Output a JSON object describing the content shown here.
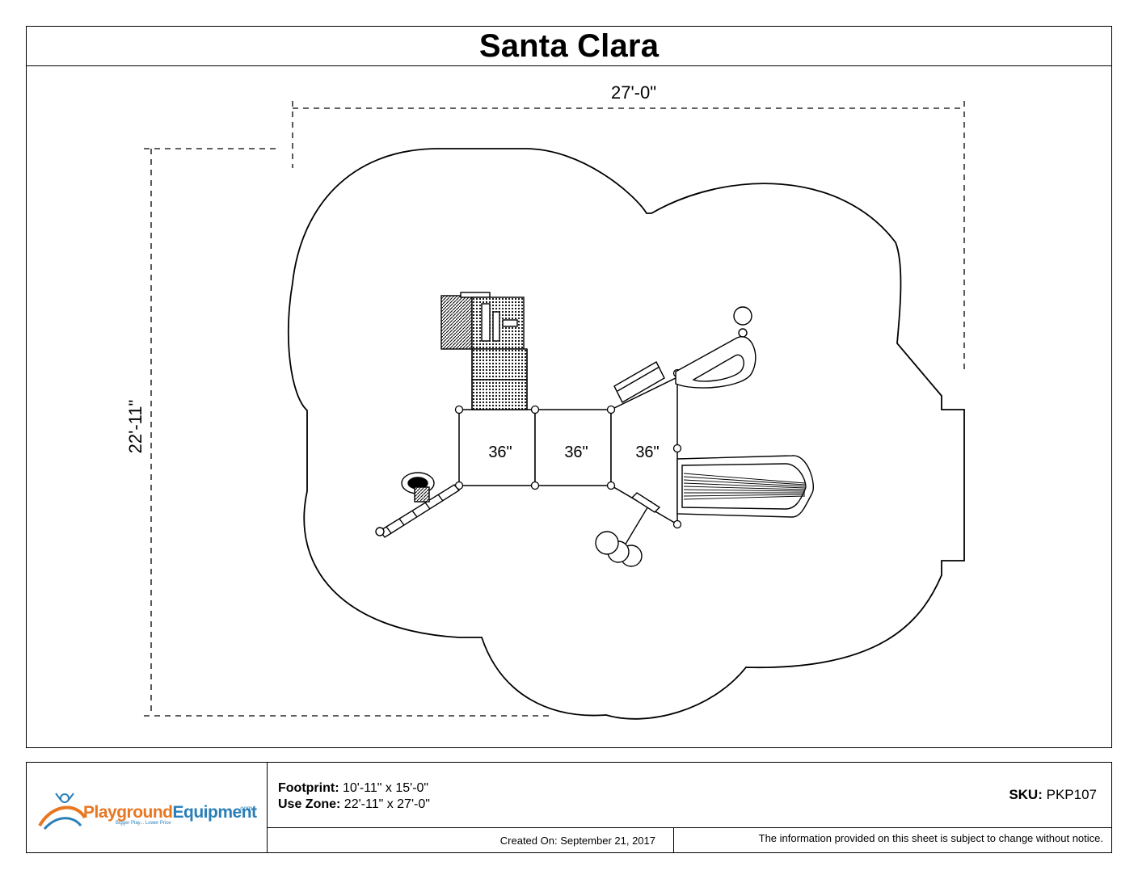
{
  "title": "Santa Clara",
  "dimensions": {
    "width_label": "27'-0\"",
    "height_label": "22'-11\""
  },
  "decks": [
    {
      "label": "36\""
    },
    {
      "label": "36\""
    },
    {
      "label": "36\""
    }
  ],
  "footer": {
    "logo": {
      "name_part1": "Playground",
      "name_part2": "Equipment",
      "suffix": ".com",
      "tagline": "Bigger Play... Lower Price"
    },
    "footprint_label": "Footprint:",
    "footprint_value": "10'-11\" x 15'-0\"",
    "use_zone_label": "Use Zone:",
    "use_zone_value": "22'-11\" x 27'-0\"",
    "sku_label": "SKU:",
    "sku_value": "PKP107",
    "created_on": "Created On: September 21, 2017",
    "notice": "The information provided on this sheet is subject to change without notice."
  },
  "colors": {
    "line": "#000000",
    "logo_orange": "#e87722",
    "logo_blue": "#2a7fb8"
  }
}
